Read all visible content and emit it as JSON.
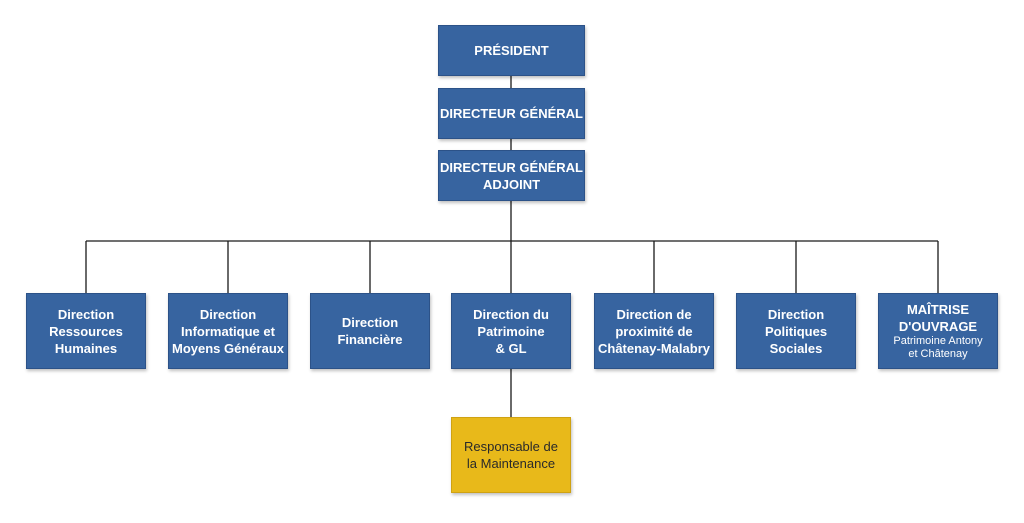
{
  "top": {
    "president": "PRÉSIDENT",
    "dg": "DIRECTEUR GÉNÉRAL",
    "dga": [
      "DIRECTEUR GÉNÉRAL",
      "ADJOINT"
    ]
  },
  "directions": [
    {
      "lines": [
        "Direction",
        "Ressources",
        "Humaines"
      ]
    },
    {
      "lines": [
        "Direction",
        "Informatique et",
        "Moyens Généraux"
      ]
    },
    {
      "lines": [
        "Direction",
        "Financière"
      ]
    },
    {
      "lines": [
        "Direction du",
        "Patrimoine",
        "& GL"
      ]
    },
    {
      "lines": [
        "Direction de",
        "proximité de",
        "Châtenay-Malabry"
      ]
    },
    {
      "lines": [
        "Direction",
        "Politiques",
        "Sociales"
      ]
    },
    {
      "lines": [
        "MAÎTRISE",
        "D'OUVRAGE"
      ],
      "sub": [
        "Patrimoine Antony",
        "et Châtenay"
      ]
    }
  ],
  "maintenance": [
    "Responsable de",
    "la Maintenance"
  ],
  "colors": {
    "box_blue": "#3764a0",
    "box_gold": "#e8b91a",
    "connector": "#1a1a1a"
  }
}
